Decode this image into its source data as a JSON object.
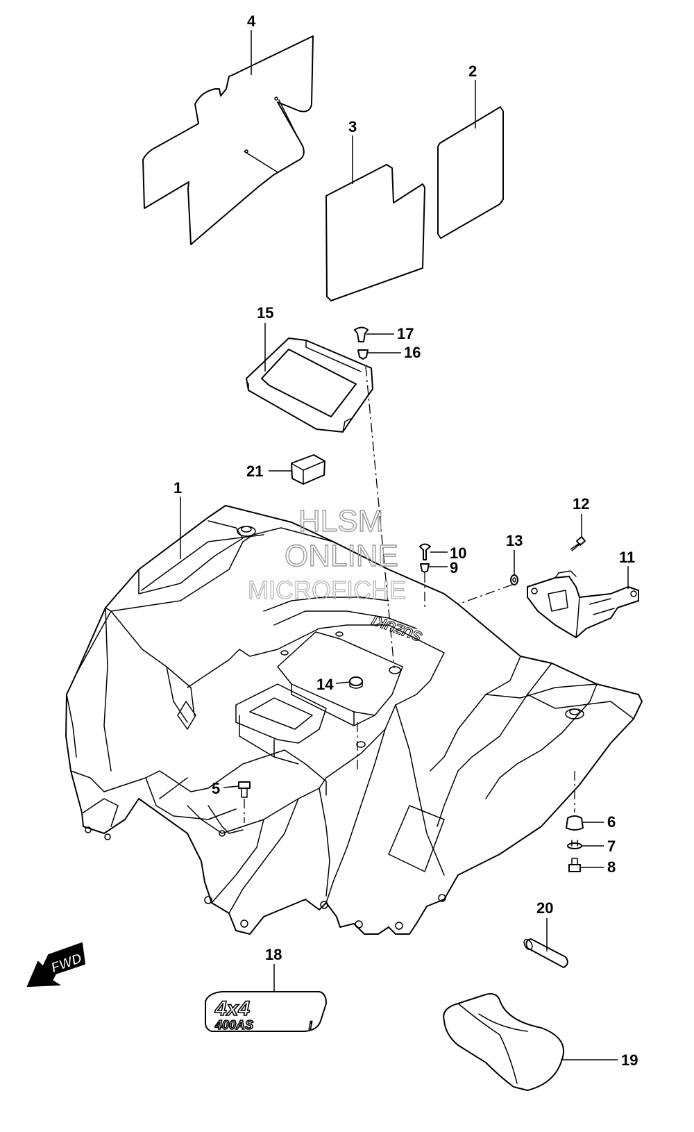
{
  "watermark": {
    "line1": "HLSM",
    "line2": "ONLINE",
    "line3": "MICROFICHE"
  },
  "emblem": {
    "line1": "4x4",
    "line2": "400AS",
    "suffix": "i"
  },
  "fender_logo": "SUZUKI",
  "direction_badge": "FWD",
  "callouts": [
    "1",
    "2",
    "3",
    "4",
    "5",
    "6",
    "7",
    "8",
    "9",
    "10",
    "11",
    "12",
    "13",
    "14",
    "15",
    "16",
    "17",
    "18",
    "19",
    "20",
    "21"
  ]
}
